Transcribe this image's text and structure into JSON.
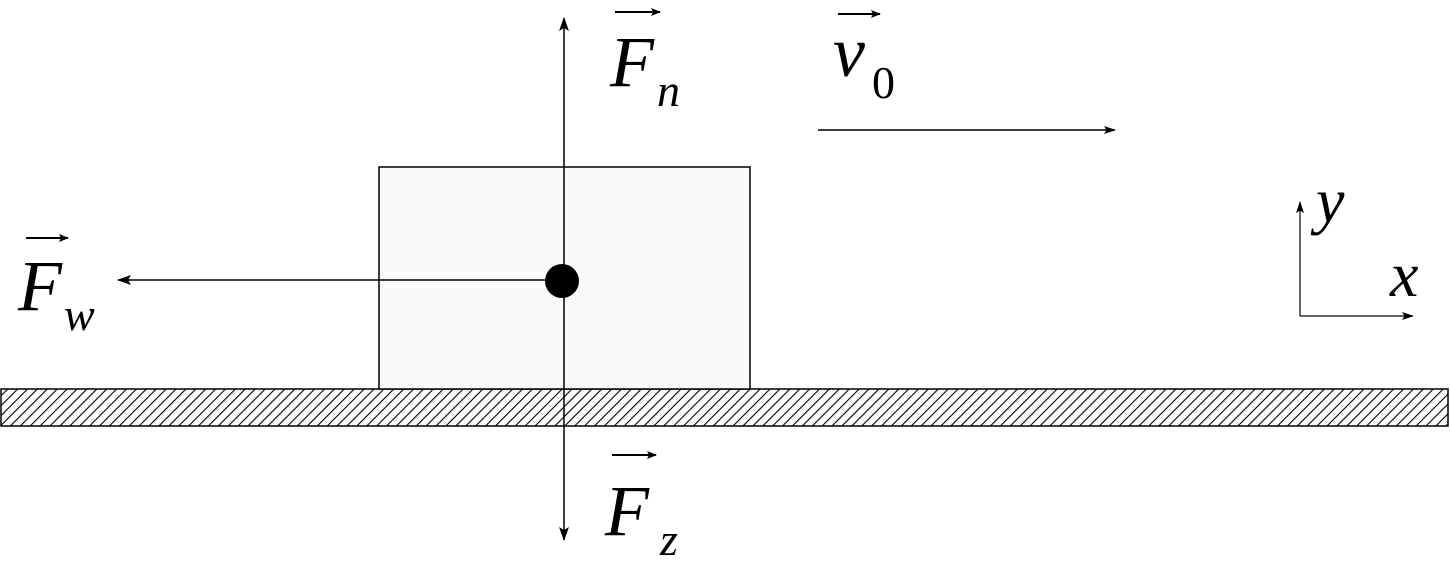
{
  "forces": {
    "normal": {
      "symbol": "F",
      "subscript": "n"
    },
    "gravity": {
      "symbol": "F",
      "subscript": "z"
    },
    "friction": {
      "symbol": "F",
      "subscript": "w"
    }
  },
  "velocity": {
    "symbol": "v",
    "subscript": "0"
  },
  "axes": {
    "x_label": "x",
    "y_label": "y"
  },
  "colors": {
    "ink": "#000000",
    "block_fill": "#fafafa",
    "ground_fill": "#ffffff"
  }
}
